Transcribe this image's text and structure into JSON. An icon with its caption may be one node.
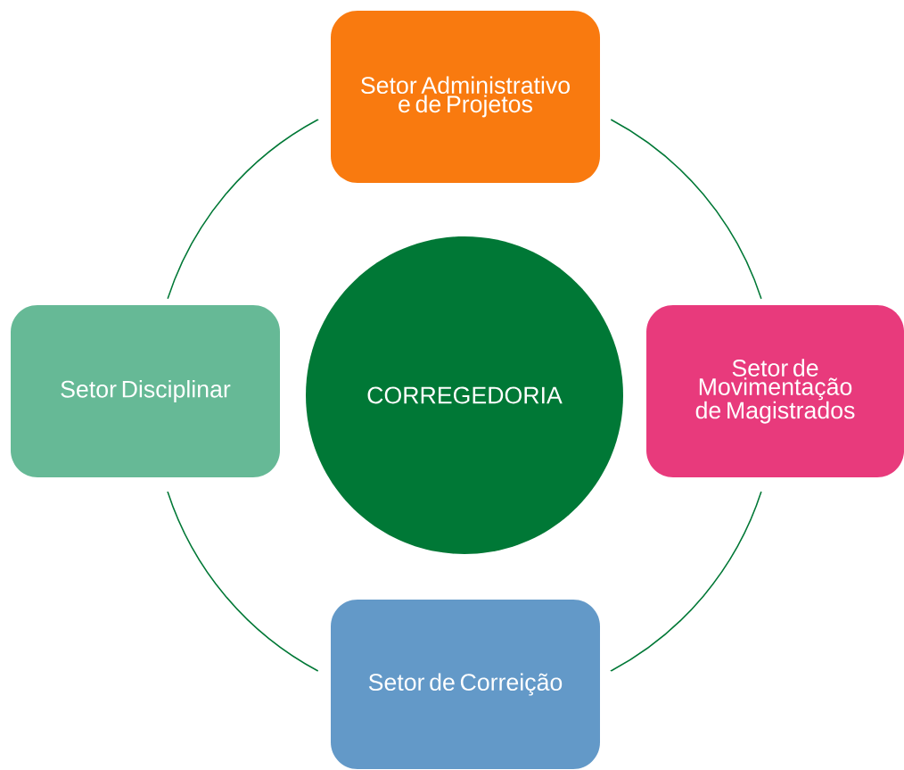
{
  "diagram": {
    "nodes": [
      {
        "text": [
          "Setor Administrativo e de Projetos"
        ]
      },
      {
        "text": [
          "Setor Disciplinar"
        ]
      },
      {
        "text": [
          "CORREGEDORIA"
        ]
      },
      {
        "text": [
          "Setor de Movimentação de Magistrados"
        ]
      },
      {
        "text": [
          "Setor de Correição"
        ]
      }
    ],
    "edges": [
      {
        "from": 0,
        "to": 3,
        "arrow": "none"
      },
      {
        "from": 3,
        "to": 4,
        "arrow": "none"
      },
      {
        "from": 4,
        "to": 1,
        "arrow": "none"
      },
      {
        "from": 1,
        "to": 0,
        "arrow": "none"
      }
    ]
  }
}
